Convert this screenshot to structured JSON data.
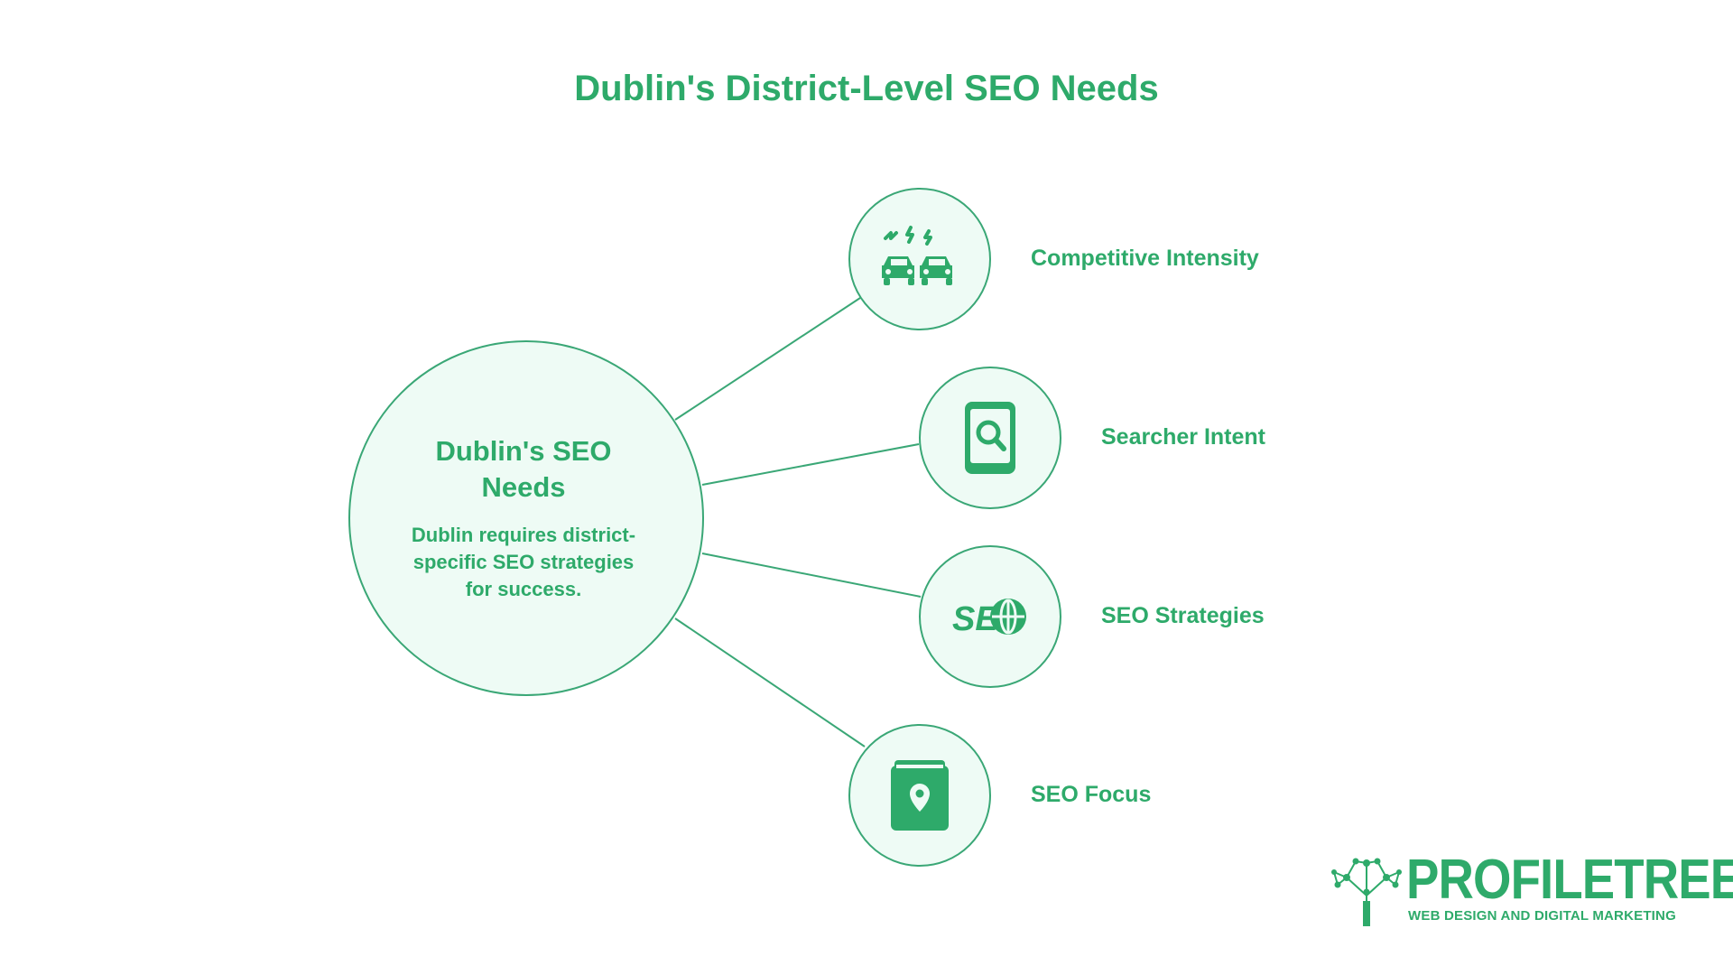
{
  "title": "Dublin's District-Level SEO Needs",
  "center": {
    "heading_line1": "Dublin's SEO",
    "heading_line2": "Needs",
    "desc_line1": "Dublin requires district-",
    "desc_line2": "specific SEO strategies",
    "desc_line3": "for success."
  },
  "nodes": [
    {
      "label": "Competitive Intensity",
      "icon": "competing-cars-icon"
    },
    {
      "label": "Searcher Intent",
      "icon": "mobile-search-icon"
    },
    {
      "label": "SEO Strategies",
      "icon": "seo-globe-icon"
    },
    {
      "label": "SEO Focus",
      "icon": "location-book-icon"
    }
  ],
  "logo": {
    "wordmark": "PROFILETREE",
    "tagline": "WEB DESIGN AND DIGITAL MARKETING"
  },
  "colors": {
    "accent": "#2eaa6a",
    "circle_fill": "#eefbf5",
    "line": "#3aa776"
  }
}
